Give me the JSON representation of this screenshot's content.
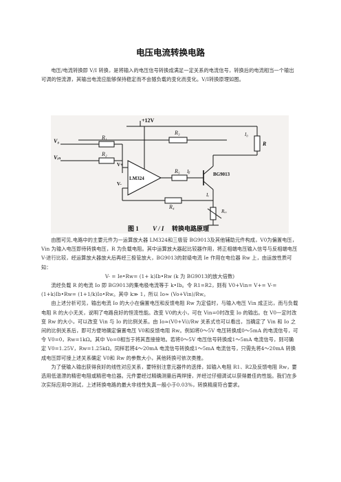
{
  "document": {
    "title": "电压电流转换电路",
    "intro": "电压/电流转换即 V/I 转换，是将输入的电压信号转换成满足一定关系的电流信号，转换后的电流相当一个输出可调的恒流源，其输出电流应能够保持稳定而不会随负载的变化而变化。V/I转换原理如图。",
    "body": [
      "由图可见,电路中的主要元件为一运算放大器 LM324和三极管 BG9013及其他辅助元件构成，V0为偏置电压，Vin 为输入电压即待转换电压，R 为负载电阻。其中运算放大器起比较器作用，将正相端电压输入信号与反相端电压V-进行比较，经运算放大器放大后再经三极管放大，BG9013的射级电流 Ie 作用在电位器 Rw 上，由运放性质可知：",
      "V- = Ie•Rw= (1+ k)Ib•Rw      (k 为 BG9013的放大倍数)",
      "流经负载 R 的电流 Io 即 BG9013的集电极电流等于 k•Ib。令 R1=R2，则有 V0+Vin= V+= V-= (1+k)Ib•Rw= (1+1/k)Io•Rw。其中 k≫ 1，所以 Io≈ (Vo+Vin)/Rw。",
      "由上述分析可见，输出电流 Io 的大小在偏置电压和反馈电阻 Rw 为定值时，与输入电压 Vin 成正比，而与负载电阻 R 的大小无关，说明了电路良好的恒流性能。改变 V0的大小，可在 Vin=0时改变 Io 的输出。在 V0一定时改变 Rw 的大小，可以改变 Vin 与 Io 的比例关系。由 Io≈(V0+Vi)/Rw 关系式也可以看出，当确定了 Vin 和 Io 之间的比例关系后，即可方便地确定偏置电压 V0和反馈电阻 Rw。例如将0～5V 电压转换成0～5mA 的电流信号，可令 V0=0，Rw=1kΩ。其中 Vo=0相当于将其直接接地。若将0～5V 电压信号转换成1～5mA 电流信号，则可确定 V0=1.25V，Rw=1.25kΩ。同样若将4～20mA 电流信号转换成1～5mA 电流信号，只需先将4～20mA 转换成电压即可接上述关系确定 V0和 Rw 的参数大小，其他转换可依次类推。",
      "为了使输入输出获得良好的线性对应关系，要特别注意元器件的选择，如输入电阻 R1、R2及反馈电阻 Rw，要选用低温漂的精密电阻或精密电位器。元件要经过精确测量后再焊接，并经过仔细调试以获得最佳的性能。我们在多次实际应用中测试，上述转换电路的最大非线性失真一般小于0.03%，转换精度符合要求。"
    ]
  },
  "figure": {
    "caption_num": "图 1",
    "caption_vi": "V / I",
    "caption_text": "转换电路原理",
    "labels": {
      "supply": "+12V",
      "v0": "V₀",
      "vin": "Vᵢₙ",
      "r1": "R₁",
      "r2": "R₂",
      "r3": "R₃",
      "r4": "R₄",
      "r5": "R₅",
      "load": "R",
      "io": "I₀",
      "ib": "Iᵦ",
      "ie": "Iₑ",
      "vplus": "V+",
      "vminus": "V-",
      "opamp": "LM324",
      "transistor": "BG9013",
      "rw": "Rᵥᵥ"
    }
  }
}
